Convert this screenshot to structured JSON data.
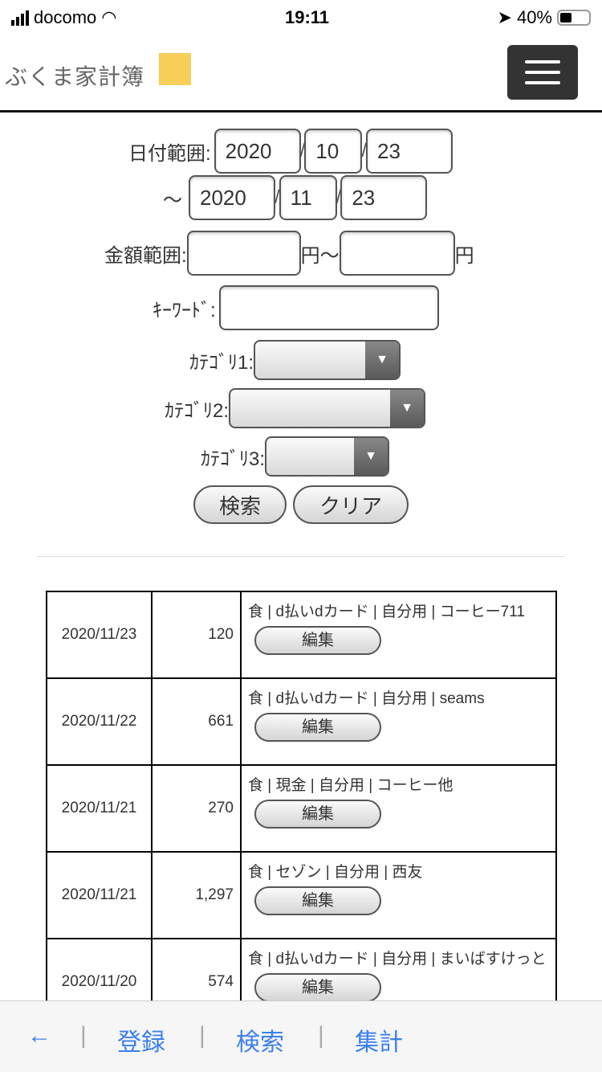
{
  "status": {
    "carrier": "docomo",
    "time": "19:11",
    "battery": "40%"
  },
  "header": {
    "title": "ぶくま家計簿"
  },
  "form": {
    "date_label": "日付範囲:",
    "from": {
      "y": "2020",
      "m": "10",
      "d": "23"
    },
    "tilde": "〜",
    "to": {
      "y": "2020",
      "m": "11",
      "d": "23"
    },
    "slash": "/",
    "amount_label": "金額範囲:",
    "yen": "円",
    "yen_tilde": "円〜",
    "keyword_label": "ｷｰﾜｰﾄﾞ:",
    "cat1_label": "ｶﾃｺﾞﾘ1:",
    "cat2_label": "ｶﾃｺﾞﾘ2:",
    "cat3_label": "ｶﾃｺﾞﾘ3:",
    "search": "検索",
    "clear": "クリア"
  },
  "rows": [
    {
      "date": "2020/11/23",
      "amount": "120",
      "memo": "食 | d払いdカード | 自分用 | コーヒー711"
    },
    {
      "date": "2020/11/22",
      "amount": "661",
      "memo": "食 | d払いdカード | 自分用 | seams"
    },
    {
      "date": "2020/11/21",
      "amount": "270",
      "memo": "食 | 現金 | 自分用 | コーヒー他"
    },
    {
      "date": "2020/11/21",
      "amount": "1,297",
      "memo": "食 | セゾン | 自分用 | 西友"
    },
    {
      "date": "2020/11/20",
      "amount": "574",
      "memo": "食 | d払いdカード | 自分用 | まいばすけっと"
    }
  ],
  "edit": "編集",
  "nav": {
    "back": "←",
    "sep": "|",
    "register": "登録",
    "search": "検索",
    "summary": "集計"
  }
}
